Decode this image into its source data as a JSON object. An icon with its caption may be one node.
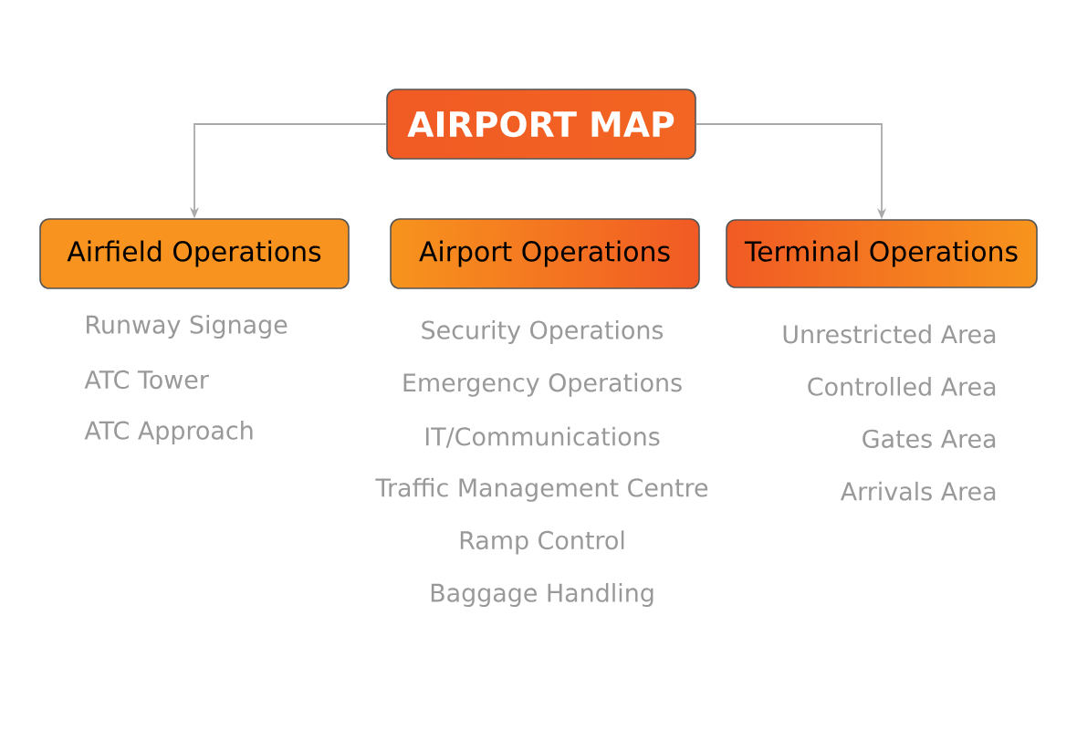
{
  "diagram": {
    "nodes": [
      {
        "text": [
          "AIRPORT MAP"
        ]
      },
      {
        "text": [
          "Airfield Operations"
        ],
        "beside": [
          "Runway Signage",
          "ATC Tower",
          "ATC Approach"
        ]
      },
      {
        "text": [
          "Airport Operations"
        ],
        "beside": [
          "Security Operations",
          "Emergency Operations",
          "IT/Communications",
          "Traffic Management Centre",
          "Ramp Control",
          "Baggage Handling"
        ]
      },
      {
        "text": [
          "Terminal Operations"
        ],
        "beside": [
          "Unrestricted Area",
          "Controlled Area",
          "Gates Area",
          "Arrivals Area"
        ]
      }
    ],
    "edges": [
      {
        "from": 0,
        "to": 1,
        "arrow": "to"
      },
      {
        "from": 0,
        "to": 3,
        "arrow": "to"
      }
    ]
  }
}
